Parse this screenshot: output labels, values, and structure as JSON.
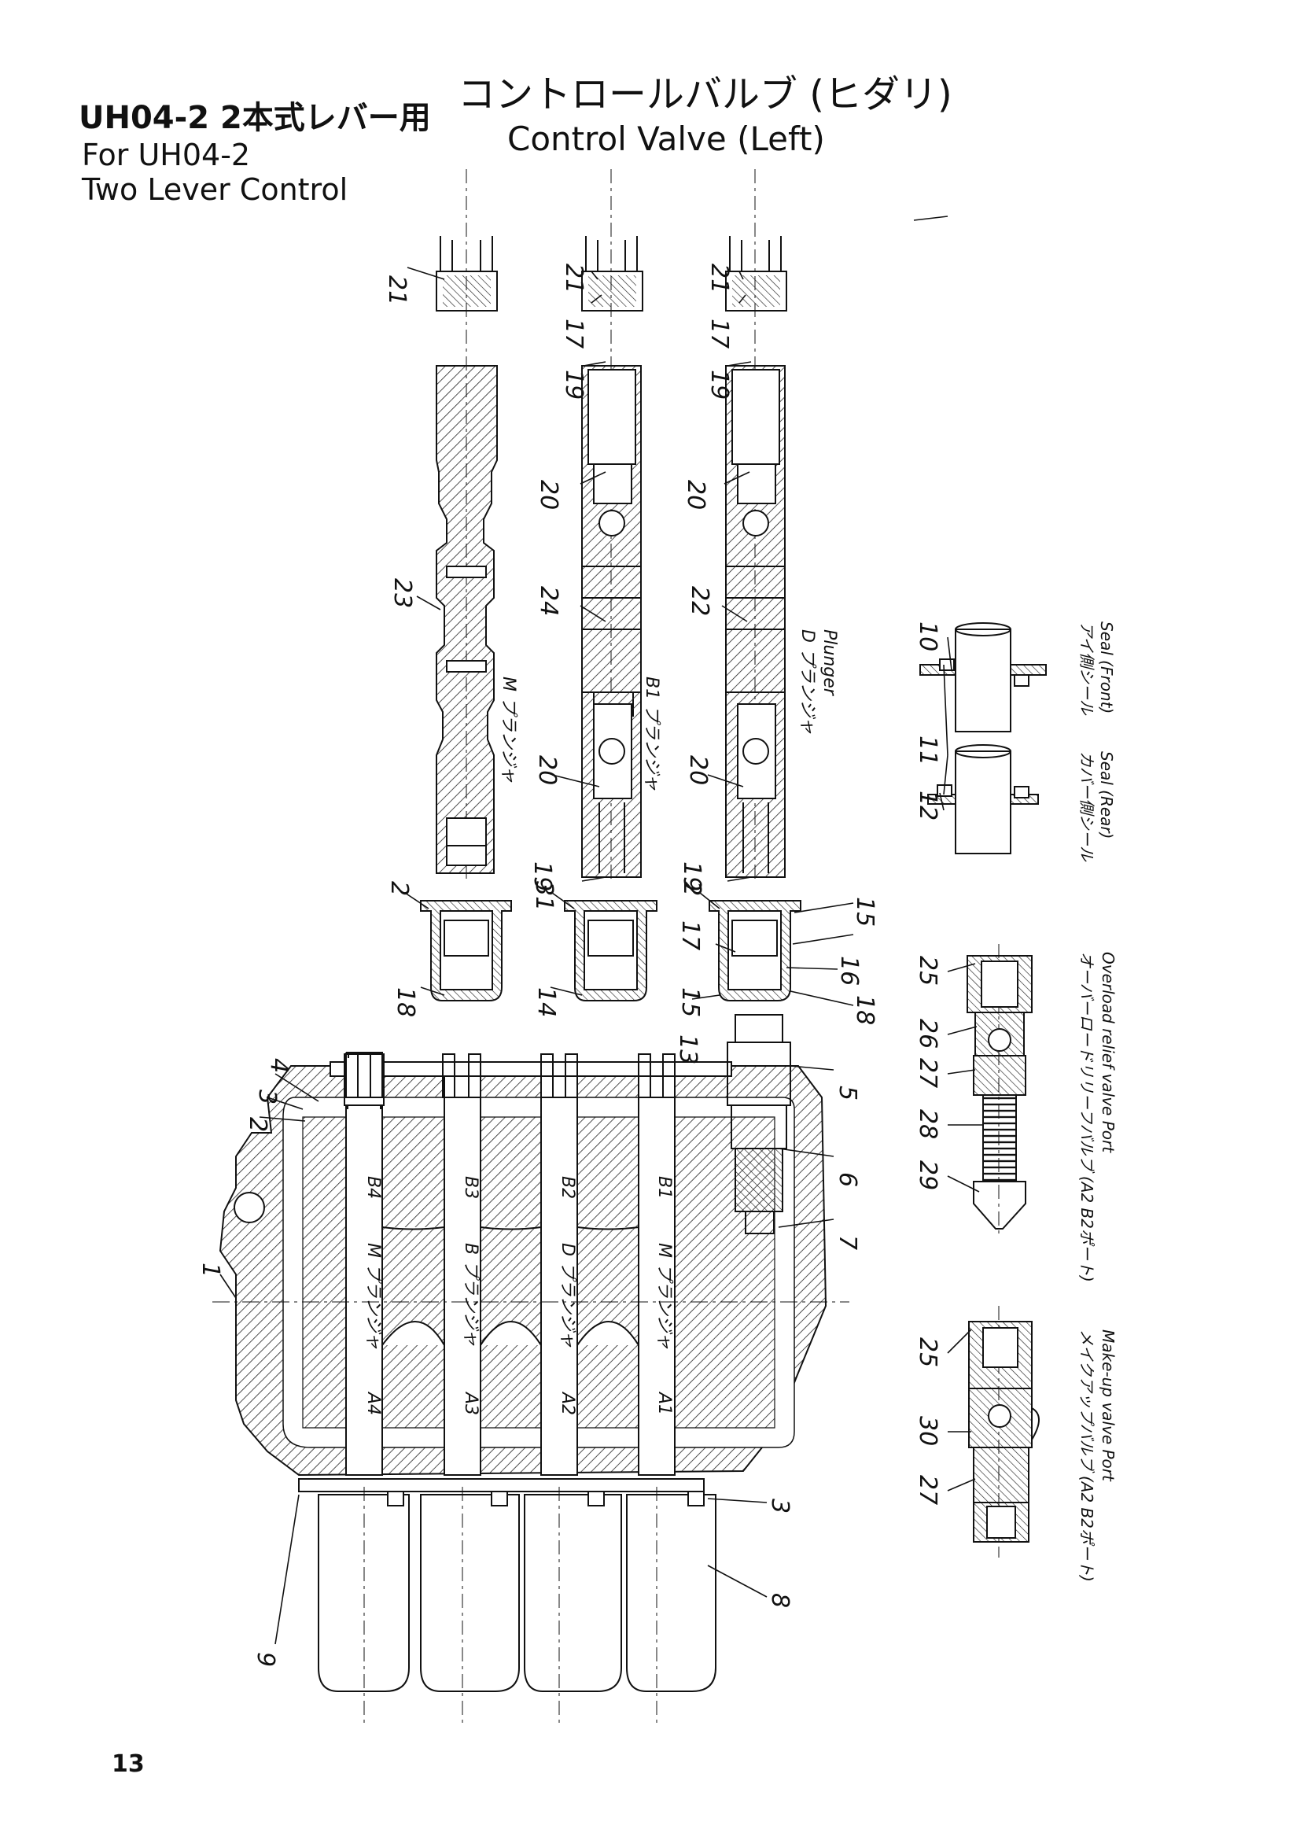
{
  "header": {
    "model_jp": "UH04-2 2本式レバー用",
    "model_en": "For UH04-2",
    "lever_en": "Two Lever Control",
    "title_jp": "コントロールバルブ (ヒダリ)",
    "title_en": "Control Valve (Left)"
  },
  "page_number": "13",
  "plungers": {
    "m_label": "M プランジャ",
    "b1_label": "B1 プランジャ",
    "d_label": "D プランジャ",
    "plunger_en": "Plunger"
  },
  "seals": {
    "front_jp": "アイ側シール",
    "front_en": "Seal (Front)",
    "rear_jp": "カバー側シール",
    "rear_en": "Seal (Rear)"
  },
  "valves": {
    "overload_jp": "オーバーロードリリーフバルブ (A2 B2ポート)",
    "overload_en": "Overload relief valve Port",
    "makeup_jp": "メイクアップバルブ (A2 B2ポート)",
    "makeup_en": "Make-up valve Port"
  },
  "body_ports": {
    "b": [
      "B4",
      "B3",
      "B2",
      "B1"
    ],
    "a": [
      "A4",
      "A3",
      "A2",
      "A1"
    ],
    "plunger_names": [
      "M プランジャ",
      "B プランジャ",
      "D プランジャ",
      "M プランジャ"
    ]
  },
  "callouts": [
    "1",
    "2",
    "3",
    "4",
    "5",
    "6",
    "7",
    "8",
    "9",
    "10",
    "11",
    "12",
    "13",
    "14",
    "15",
    "16",
    "17",
    "18",
    "19",
    "20",
    "21",
    "22",
    "23",
    "24",
    "25",
    "26",
    "27",
    "28",
    "29",
    "30",
    "31"
  ]
}
